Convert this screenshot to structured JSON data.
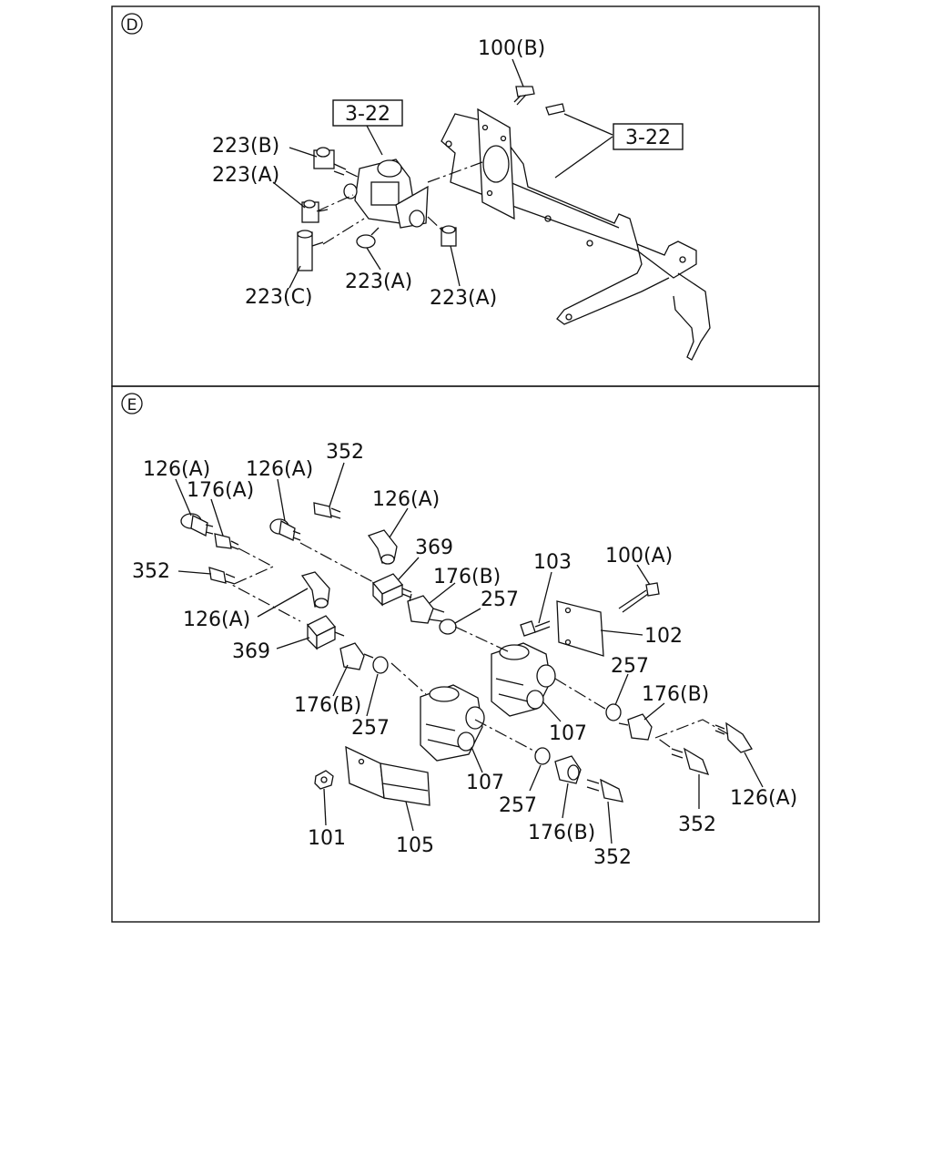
{
  "panels": {
    "d": {
      "marker": "D",
      "callouts": {
        "bolt_100b": "100(B)",
        "ref_322_left": "3-22",
        "ref_322_right": "3-22",
        "p223b": "223(B)",
        "p223a_top": "223(A)",
        "p223c": "223(C)",
        "p223a_mid": "223(A)",
        "p223a_right": "223(A)"
      }
    },
    "e": {
      "marker": "E",
      "callouts": {
        "c126a_1": "126(A)",
        "c176a": "176(A)",
        "c126a_2": "126(A)",
        "c352_top": "352",
        "c126a_3": "126(A)",
        "c369_top": "369",
        "c352_left": "352",
        "c103": "103",
        "c100a": "100(A)",
        "c176b_top": "176(B)",
        "c257_top": "257",
        "c102": "102",
        "c126a_4": "126(A)",
        "c369_bot": "369",
        "c257_right": "257",
        "c176b_right": "176(B)",
        "c176b_left": "176(B)",
        "c107_right": "107",
        "c257_left": "257",
        "c107_left": "107",
        "c126a_5": "126(A)",
        "c352_right": "352",
        "c101": "101",
        "c105": "105",
        "c257_bot": "257",
        "c176b_bot": "176(B)",
        "c352_bot": "352"
      }
    }
  }
}
